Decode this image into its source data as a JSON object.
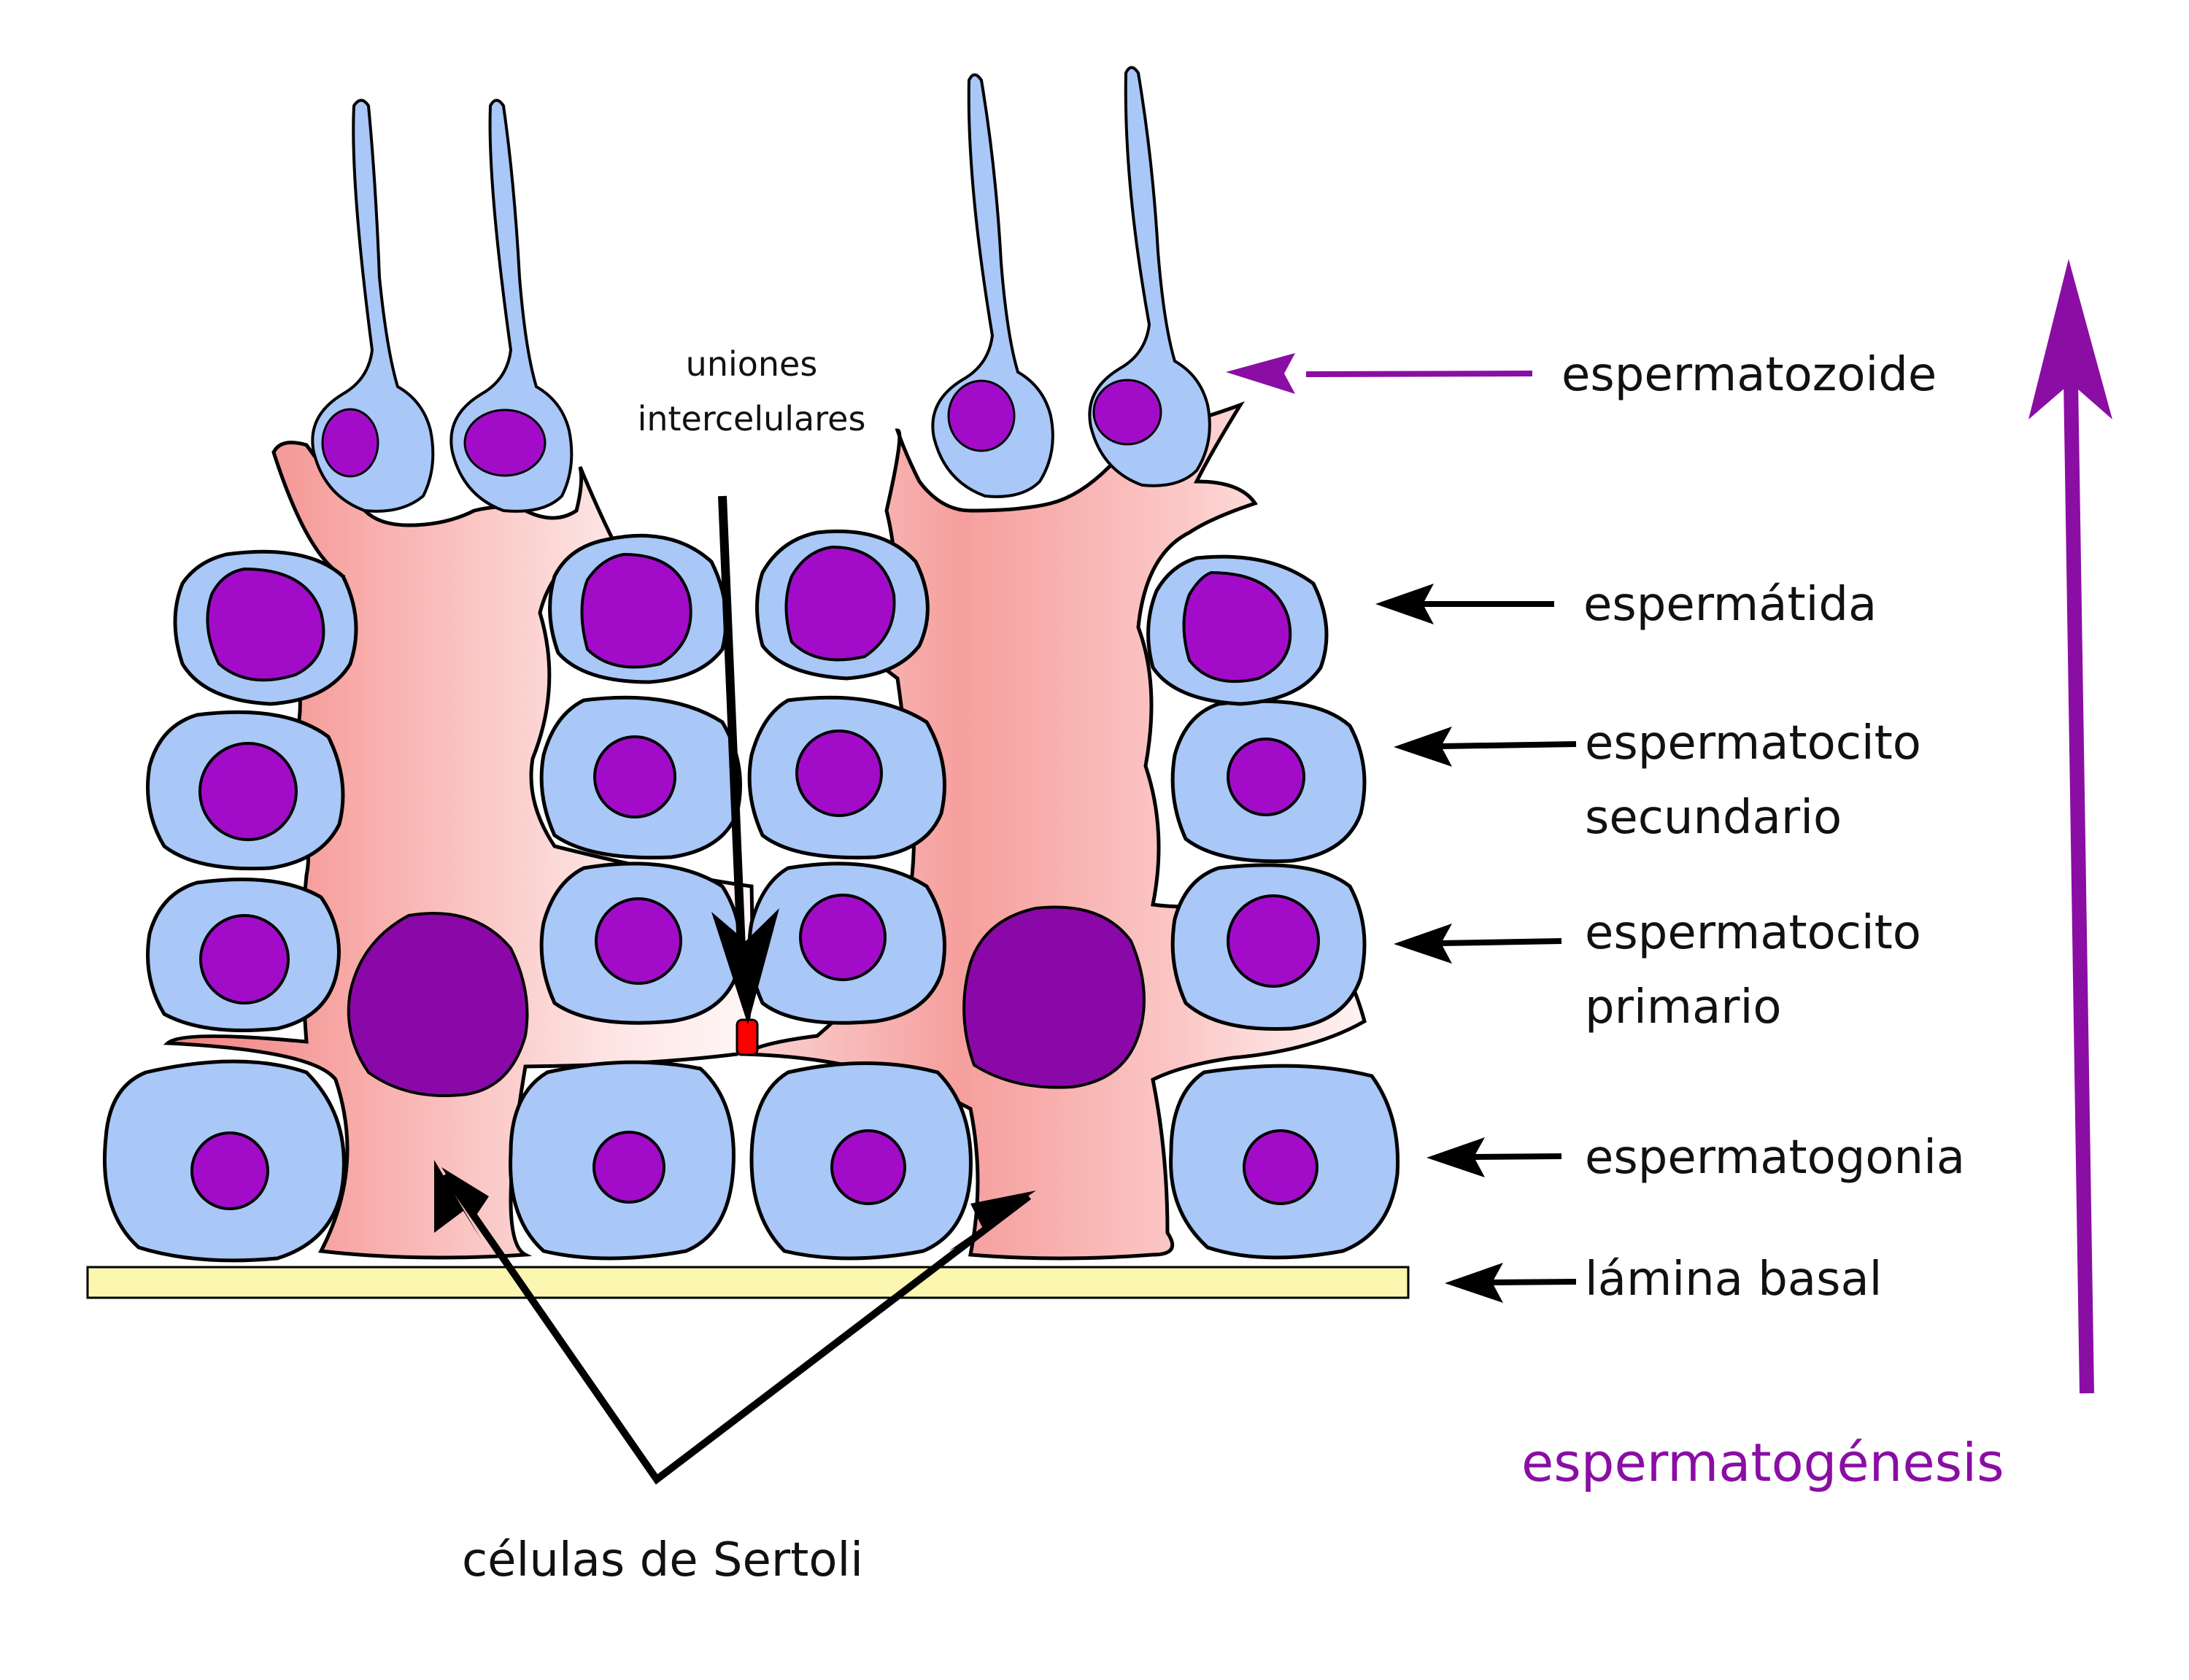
{
  "labels": {
    "uniones_line1": "uniones",
    "uniones_line2": "intercelulares",
    "espermatozoide": "espermatozoide",
    "espermatida": "espermátida",
    "espermatocito_sec_line1": "espermatocito",
    "espermatocito_sec_line2": "secundario",
    "espermatocito_pri_line1": "espermatocito",
    "espermatocito_pri_line2": "primario",
    "espermatogonia": "espermatogonia",
    "lamina_basal": "lámina basal",
    "sertoli": "células de Sertoli",
    "espermatogenesis": "espermatogénesis"
  },
  "colors": {
    "cell_fill": "#a9c7f7",
    "nucleus": "#a20cc9",
    "sertoli_nucleus": "#8a08a8",
    "sertoli_fill": "#f6a3a1",
    "basal_lamina": "#fbf6b0",
    "junction": "#ff0000",
    "accent_purple": "#8a0ea3",
    "text": "#111111"
  }
}
